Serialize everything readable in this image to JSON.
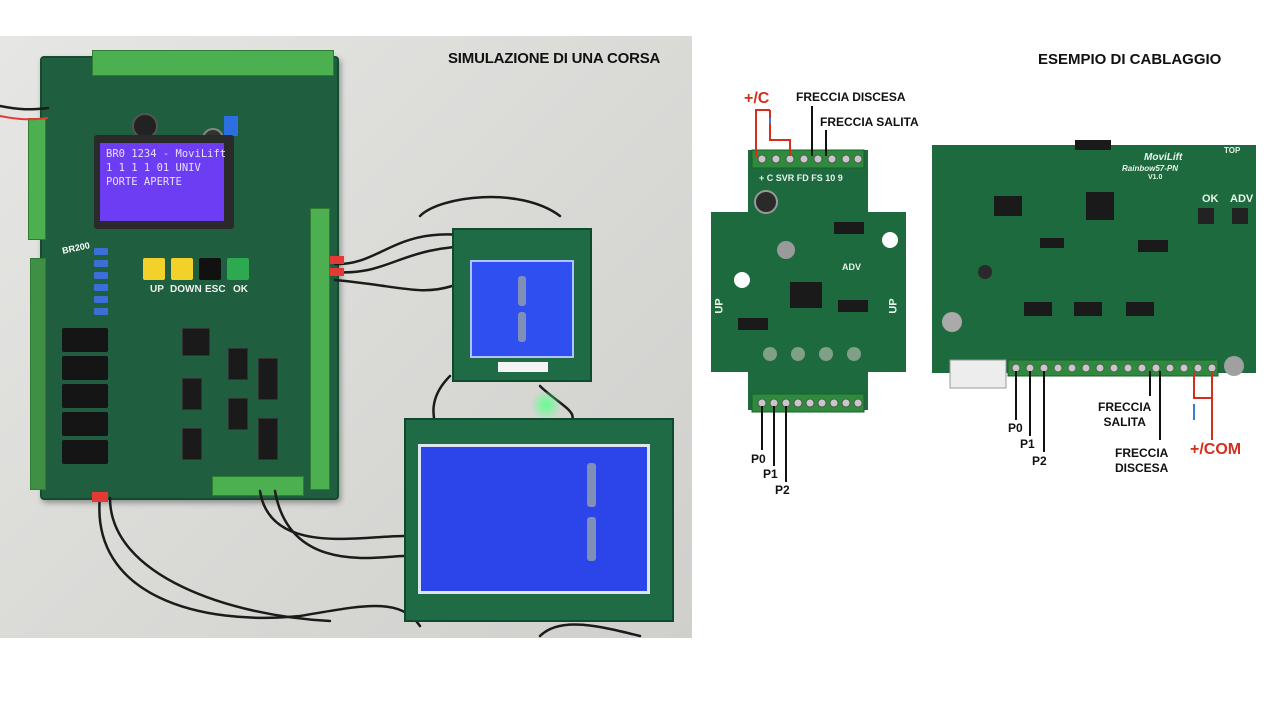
{
  "photo": {
    "title": "SIMULAZIONE DI UNA CORSA",
    "lcd": {
      "line1": "BR0 1234 - MoviLift",
      "line2": "1 1 1 1   01  UNIV",
      "line3": "PORTE APERTE"
    },
    "keys": [
      "UP",
      "DOWN",
      "ESC",
      "OK"
    ],
    "board_label": "BR200"
  },
  "diagram": {
    "title": "ESEMPIO DI CABLAGGIO",
    "left": {
      "supply": "+/C",
      "arrow_down": "FRECCIA DISCESA",
      "arrow_up": "FRECCIA SALITA",
      "inputs": [
        "P0",
        "P1",
        "P2"
      ],
      "silk_terminals": "+ C SVR FD FS 10 9",
      "silk_up": "UP",
      "silk_adv": "ADV"
    },
    "right": {
      "brand": "MoviLift",
      "model": "Rainbow57-PN",
      "version": "V1.0",
      "top": "TOP",
      "btn_ok": "OK",
      "btn_adv": "ADV",
      "inputs": [
        "P0",
        "P1",
        "P2"
      ],
      "arrow_up": [
        "FRECCIA",
        "SALITA"
      ],
      "arrow_down": [
        "FRECCIA",
        "DISCESA"
      ],
      "supply": "+/COM"
    }
  }
}
